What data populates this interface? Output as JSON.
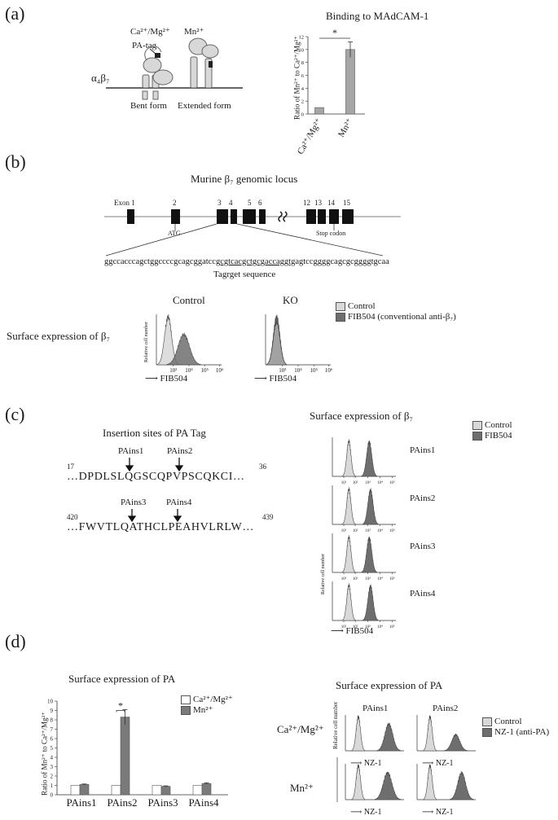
{
  "panels": {
    "a": "(a)",
    "b": "(b)",
    "c": "(c)",
    "d": "(d)"
  },
  "a": {
    "cation_bent": "Ca²⁺/Mg²⁺",
    "cation_ext": "Mn²⁺",
    "pa_tag": "PA-tag",
    "integrin": "α₄β₇",
    "bent": "Bent form",
    "extended": "Extended form",
    "chart_title": "Binding to MAdCAM-1",
    "ylabel": "Ratio of Mn²⁺ to Ca²⁺/Mg²⁺",
    "sig": "*"
  },
  "b": {
    "title": "Murine β₇ genomic locus",
    "exon_label": "Exon 1",
    "exon_nums": [
      "2",
      "3",
      "4",
      "5",
      "6",
      "12",
      "13",
      "14",
      "15"
    ],
    "atg": "ATG",
    "stop": "Stop codon",
    "seq_pre": "ggccacccagctggccccgcagcggatcc",
    "seq_target": "gcgtcacgctgcgaccaggtg",
    "seq_post": "agtccggggcagcgcggggtgcaa",
    "target_label": "Tagrget sequence",
    "surface": "Surface expression of β₇",
    "control": "Control",
    "ko": "KO",
    "legend_control": "Control",
    "legend_fib": "FIB504 (conventional anti-β₇)",
    "axis_title": "FIB504",
    "ylabel": "Relative cell number",
    "ticks": [
      "10³",
      "10⁴",
      "10⁵",
      "10⁶"
    ]
  },
  "c": {
    "title": "Insertion sites of PA Tag",
    "seq1_start": "17",
    "seq1_end": "36",
    "seq1": "…DPDLSLQGSCQPVPSCQKCI…",
    "seq2_start": "420",
    "seq2_end": "439",
    "seq2": "…FWVTLQATHCLPEAHVLRLW…",
    "ins": [
      "PAins1",
      "PAins2",
      "PAins3",
      "PAins4"
    ],
    "surface": "Surface expression of β₇",
    "legend_control": "Control",
    "legend_fib": "FIB504",
    "ylabel": "Relative cell number",
    "axis_title": "FIB504",
    "ticks": [
      "10¹",
      "10²",
      "10³",
      "10⁴",
      "10⁵"
    ]
  },
  "d": {
    "chart_title": "Surface expression of PA",
    "ylabel": "Ratio of Mn²⁺ to Ca²⁺/Mg²⁺",
    "legend": [
      "Ca²⁺/Mg²⁺",
      "Mn²⁺"
    ],
    "sig": "*",
    "flow_title": "Surface expression of PA",
    "row_cat": "Ca²⁺/Mg²⁺",
    "row_mn": "Mn²⁺",
    "col1": "PAins1",
    "col2": "PAins2",
    "legend_control": "Control",
    "legend_nz": "NZ-1 (anti-PA)",
    "axis_title": "NZ-1",
    "ylabel_flow": "Relative cell number"
  },
  "colors": {
    "control": "#d9d9d9",
    "stained": "#6e6e6e",
    "bar_gray": "#a6a6a6",
    "bar_dark": "#7a7a7a"
  },
  "chart_data": [
    {
      "type": "bar",
      "title": "Binding to MAdCAM-1",
      "categories": [
        "Ca²⁺/Mg²⁺",
        "Mn²⁺"
      ],
      "values": [
        1,
        10
      ],
      "errors": [
        0,
        1.2
      ],
      "ylabel": "Ratio of Mn²⁺ to Ca²⁺/Mg²⁺",
      "ylim": [
        0,
        12
      ],
      "yticks": [
        0,
        2,
        4,
        6,
        8,
        10,
        12
      ]
    },
    {
      "type": "bar",
      "title": "Surface expression of PA",
      "categories": [
        "PAins1",
        "PAins2",
        "PAins3",
        "PAins4"
      ],
      "series": [
        {
          "name": "Ca²⁺/Mg²⁺",
          "values": [
            1,
            1,
            1,
            1
          ],
          "errors": [
            0,
            0,
            0,
            0
          ]
        },
        {
          "name": "Mn²⁺",
          "values": [
            1.1,
            8.3,
            0.9,
            1.2
          ],
          "errors": [
            0.05,
            0.8,
            0.05,
            0.08
          ]
        }
      ],
      "ylabel": "Ratio of Mn²⁺ to Ca²⁺/Mg²⁺",
      "ylim": [
        0,
        10
      ],
      "yticks": [
        0,
        1,
        2,
        3,
        4,
        5,
        6,
        7,
        8,
        9,
        10
      ]
    }
  ]
}
